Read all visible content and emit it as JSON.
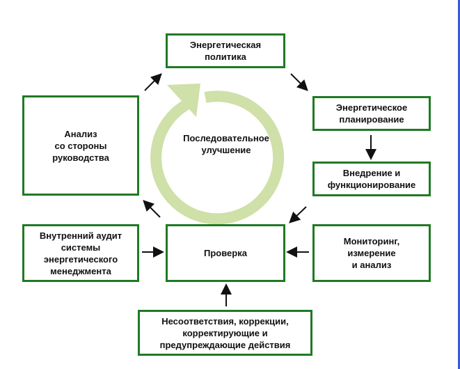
{
  "boxes": {
    "policy": "Энергетическая\nполитика",
    "planning": "Энергетическое\nпланирование",
    "implementation": "Внедрение и\nфункционирование",
    "review": "Анализ\nсо стороны\nруководства",
    "audit": "Внутренний аудит\nсистемы\nэнергетического\nменеджмента",
    "check": "Проверка",
    "monitoring": "Мониторинг,\nизмерение\nи анализ",
    "nonconformity": "Несоответствия, коррекции,\nкорректирующие и\nпредупреждающие действия"
  },
  "center_label": "Последовательное\nулучшение",
  "colors": {
    "border": "#1f7a23",
    "ring": "#cfe0a8",
    "edge": "#3a5bd0"
  }
}
